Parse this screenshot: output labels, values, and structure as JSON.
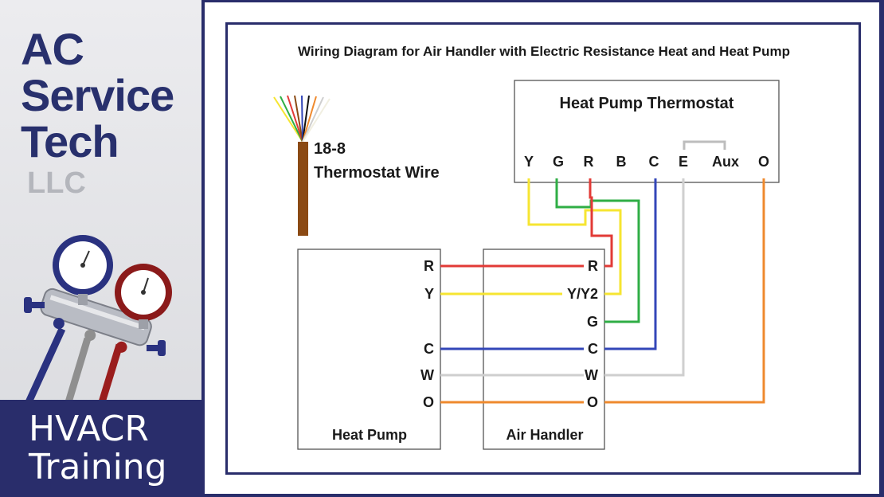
{
  "brand": {
    "line1": "AC",
    "line2": "Service",
    "line3": "Tech",
    "llc": "LLC",
    "training_line1": "HVACR",
    "training_line2": "Training",
    "primary_color": "#28306d",
    "llc_color": "#b4b6bc"
  },
  "diagram": {
    "title": "Wiring Diagram for Air Handler with Electric Resistance Heat and Heat Pump",
    "cable": {
      "label_line1": "18-8",
      "label_line2": "Thermostat Wire",
      "jacket_color": "#8b4a14"
    },
    "thermostat": {
      "title": "Heat Pump Thermostat",
      "terminals": [
        "Y",
        "G",
        "R",
        "B",
        "C",
        "E",
        "Aux",
        "O"
      ]
    },
    "heat_pump": {
      "label": "Heat Pump",
      "terminals": [
        "R",
        "Y",
        "C",
        "W",
        "O"
      ]
    },
    "air_handler": {
      "label": "Air Handler",
      "terminals": [
        "R",
        "Y/Y2",
        "G",
        "C",
        "W",
        "O"
      ]
    },
    "wire_colors": {
      "R": "#e23a36",
      "Y": "#f6e531",
      "G": "#2fae45",
      "C": "#3346b8",
      "W": "#cfcfcf",
      "O": "#ef8a2e",
      "jumper": "#bdbdbd"
    }
  }
}
